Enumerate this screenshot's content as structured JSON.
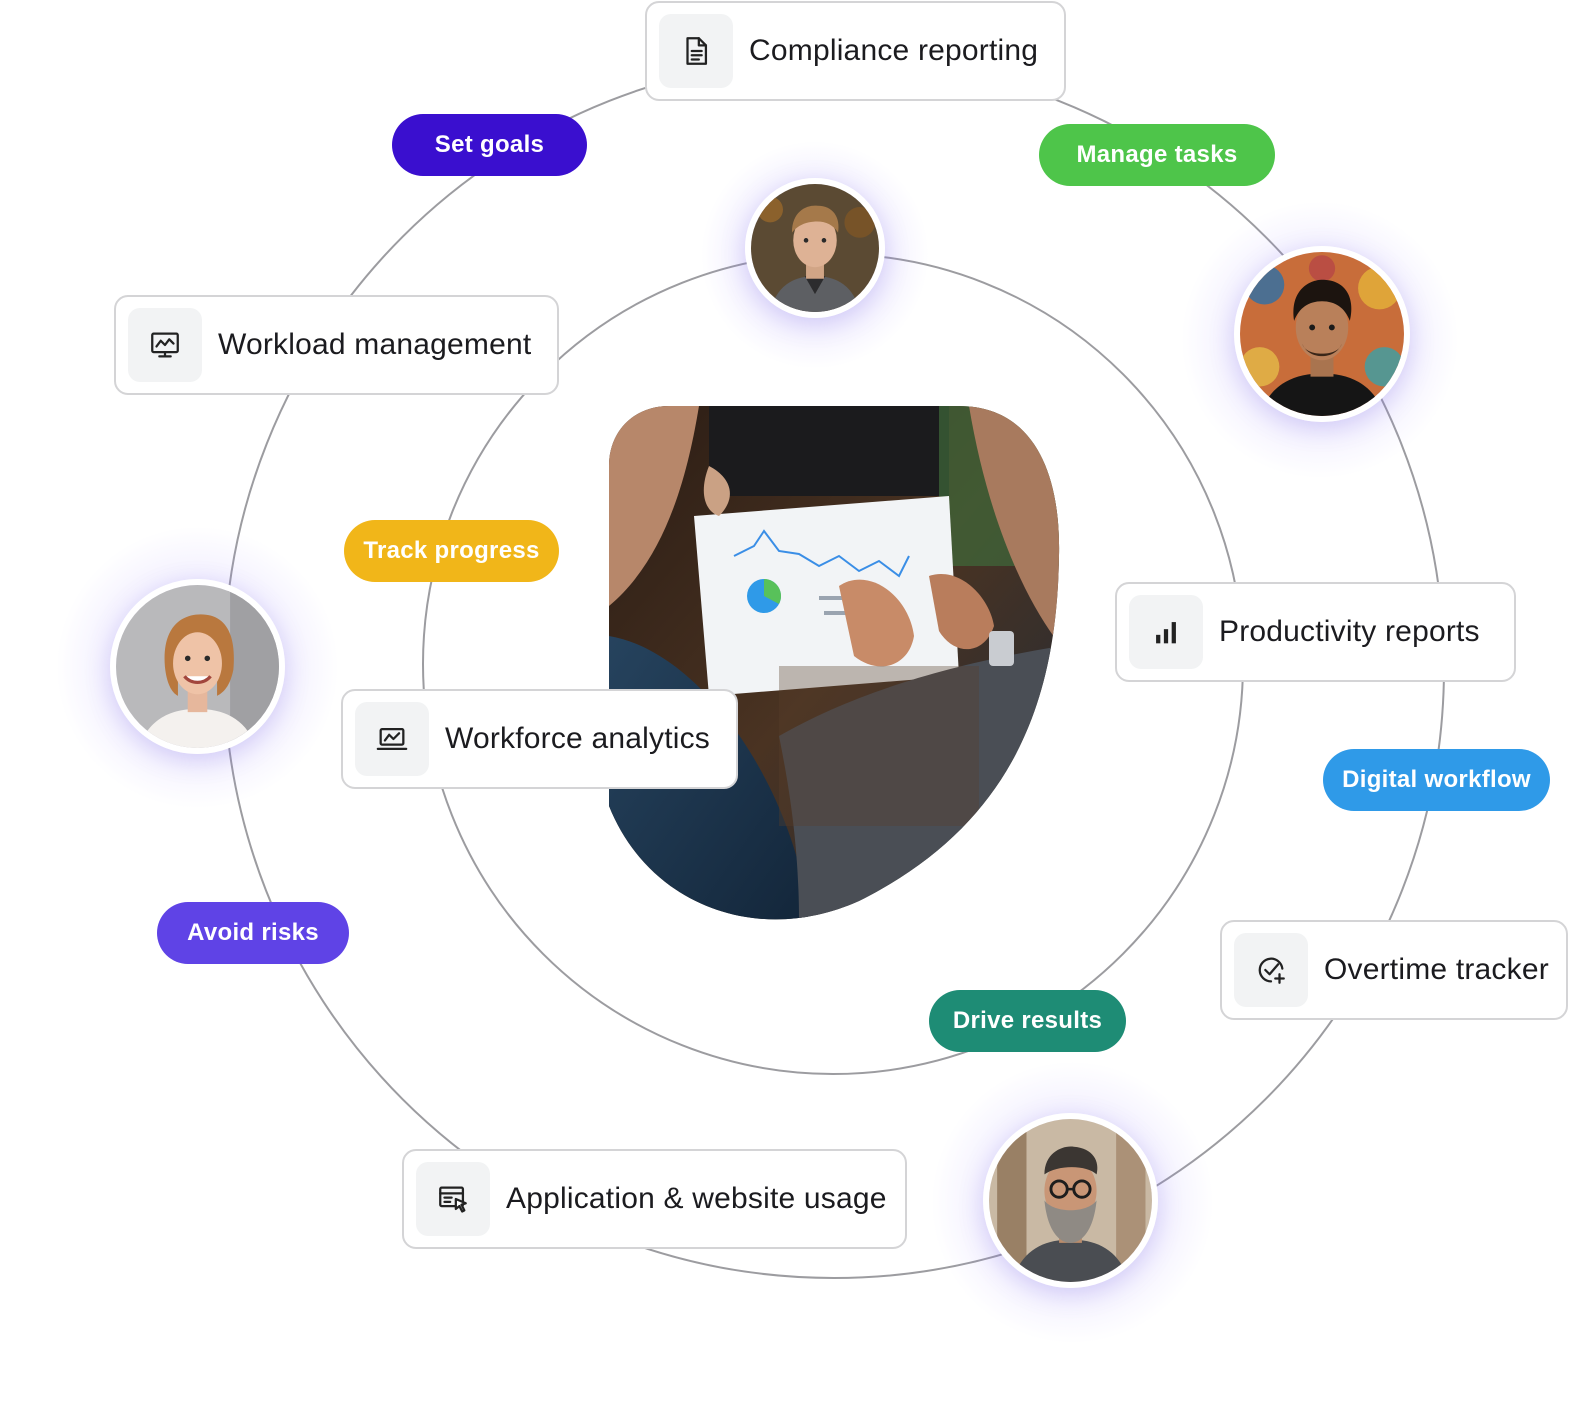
{
  "colors": {
    "ring": "#9c9ca0",
    "card_border": "#d4d4d6",
    "icon_bg": "#f2f3f4"
  },
  "cards": {
    "compliance": {
      "label": "Compliance reporting",
      "icon": "document-icon"
    },
    "workload": {
      "label": "Workload management",
      "icon": "monitor-chart-icon"
    },
    "workforce": {
      "label": "Workforce analytics",
      "icon": "laptop-chart-icon"
    },
    "productivity": {
      "label": "Productivity reports",
      "icon": "bar-chart-icon"
    },
    "overtime": {
      "label": "Overtime tracker",
      "icon": "check-clock-plus-icon"
    },
    "app_usage": {
      "label": "Application & website usage",
      "icon": "browser-cursor-icon"
    }
  },
  "pills": {
    "set_goals": {
      "label": "Set goals",
      "color": "#3a0fcf"
    },
    "manage_tasks": {
      "label": "Manage tasks",
      "color": "#4ec54a"
    },
    "track_progress": {
      "label": "Track progress",
      "color": "#f1b619"
    },
    "digital_workflow": {
      "label": "Digital workflow",
      "color": "#2f9ae8"
    },
    "avoid_risks": {
      "label": "Avoid risks",
      "color": "#5f43e6"
    },
    "drive_results": {
      "label": "Drive results",
      "color": "#1e8c75"
    }
  },
  "avatars": [
    {
      "name": "avatar-man-blond-top"
    },
    {
      "name": "avatar-man-dark-hair-right"
    },
    {
      "name": "avatar-woman-left"
    },
    {
      "name": "avatar-man-beard-glasses-bottom"
    }
  ],
  "center_image": {
    "name": "team-reviewing-report-photo"
  }
}
